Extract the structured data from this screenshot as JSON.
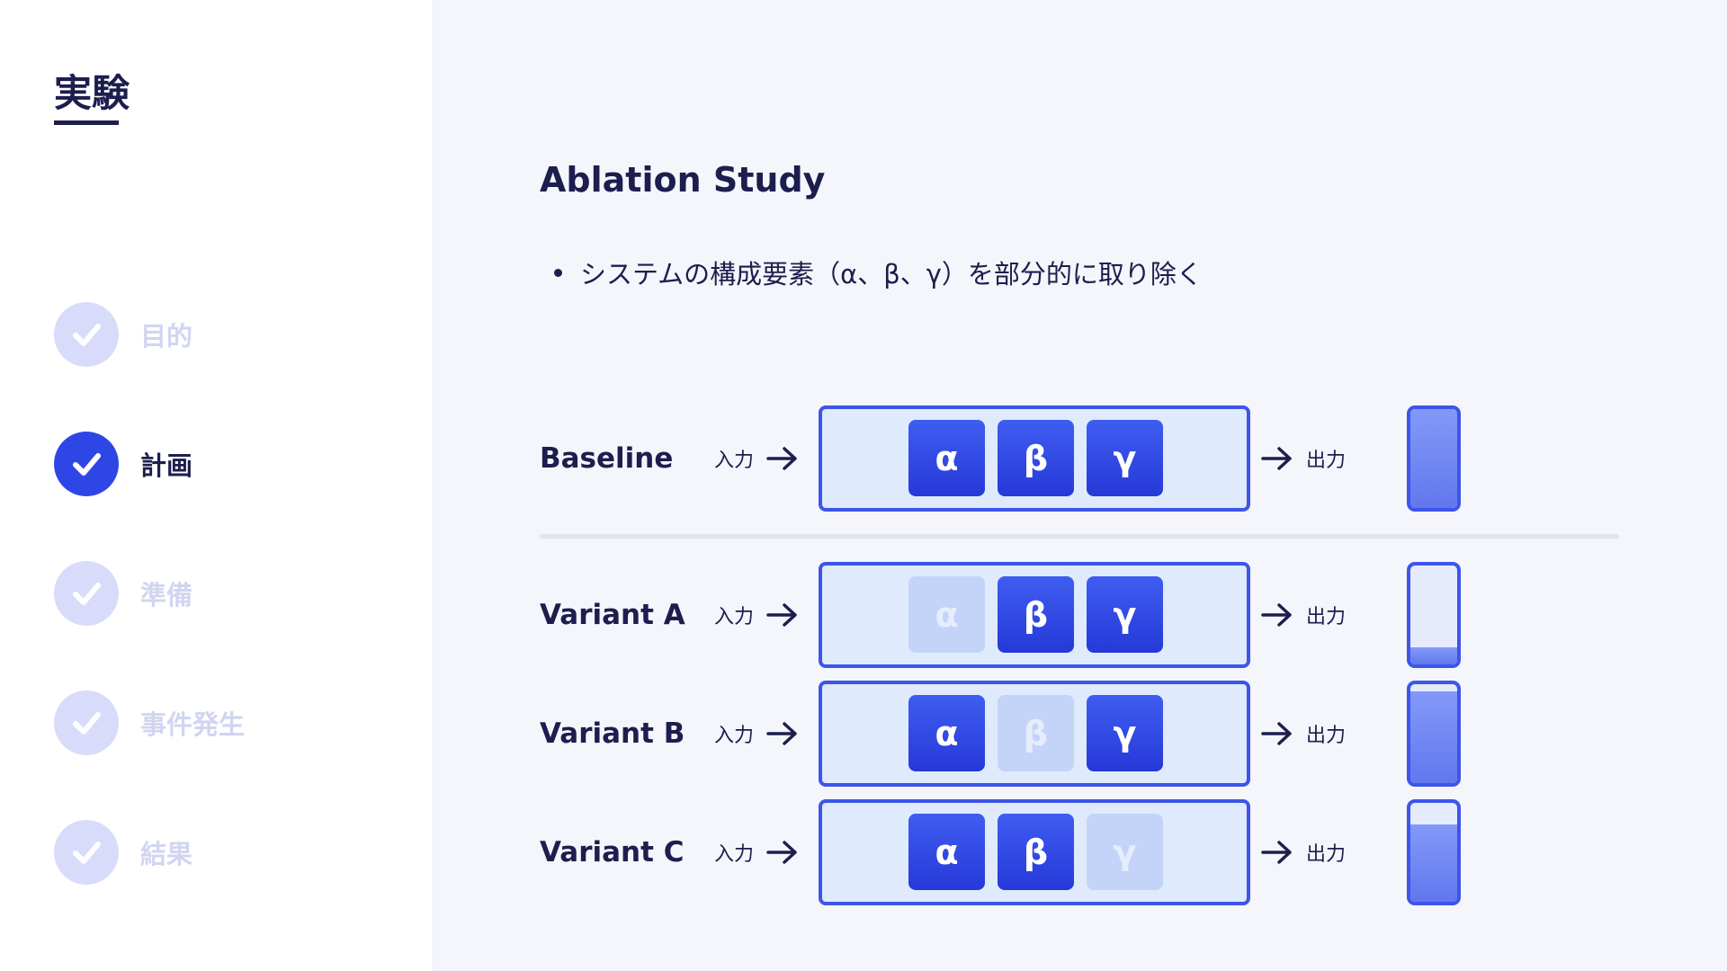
{
  "sidebar": {
    "title": "実験",
    "steps": [
      {
        "label": "目的",
        "active": false
      },
      {
        "label": "計画",
        "active": true
      },
      {
        "label": "準備",
        "active": false
      },
      {
        "label": "事件発生",
        "active": false
      },
      {
        "label": "結果",
        "active": false
      }
    ]
  },
  "main": {
    "title": "Ablation Study",
    "bullet": "システムの構成要素（α、β、γ）を部分的に取り除く"
  },
  "labels": {
    "input": "入力",
    "output": "出力"
  },
  "modules": [
    "α",
    "β",
    "γ"
  ],
  "rows": [
    {
      "name": "Baseline",
      "removed": [],
      "output_level": 1.0
    },
    {
      "name": "Variant A",
      "removed": [
        "α"
      ],
      "output_level": 0.17
    },
    {
      "name": "Variant B",
      "removed": [
        "β"
      ],
      "output_level": 0.93
    },
    {
      "name": "Variant C",
      "removed": [
        "γ"
      ],
      "output_level": 0.78
    }
  ],
  "colors": {
    "accent": "#2f46e6",
    "text": "#1d1e4e",
    "inactive_step": "#d8dcfa",
    "module_removed": "#c4d4f9",
    "box_fill": "#dfebfd"
  },
  "icons": {
    "step": "check-icon",
    "flow": "arrow-right-icon"
  }
}
